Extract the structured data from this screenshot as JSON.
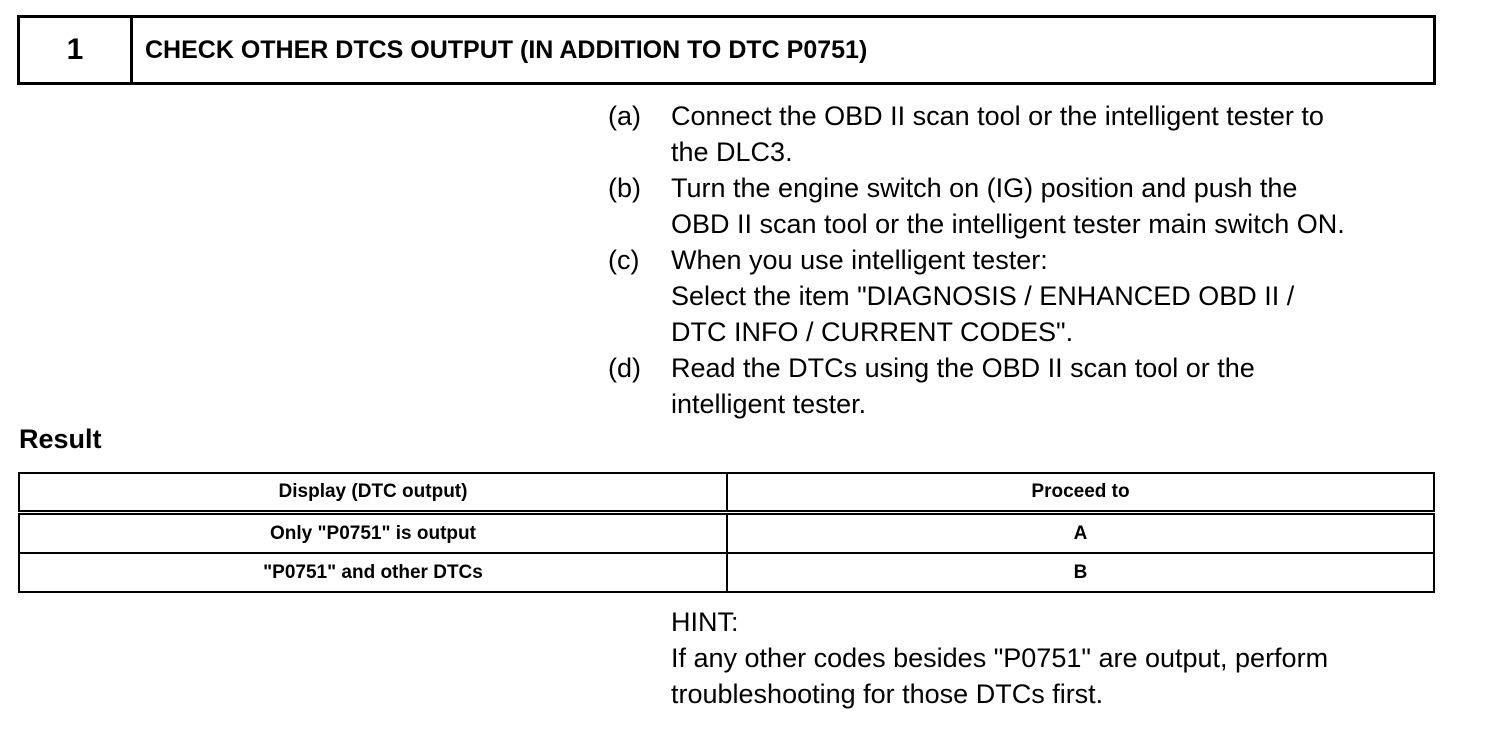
{
  "step": {
    "number": "1",
    "title": "CHECK OTHER DTCS OUTPUT (IN ADDITION TO DTC P0751)"
  },
  "instructions": [
    {
      "letter": "(a)",
      "lines": [
        "Connect the OBD II scan tool or the intelligent tester to",
        "the DLC3."
      ]
    },
    {
      "letter": "(b)",
      "lines": [
        "Turn the engine switch on (IG) position and push the",
        "OBD II scan tool or the intelligent tester main switch ON."
      ]
    },
    {
      "letter": "(c)",
      "lines": [
        "When you use intelligent tester:",
        "Select the item \"DIAGNOSIS / ENHANCED OBD II /",
        "DTC INFO / CURRENT CODES\"."
      ]
    },
    {
      "letter": "(d)",
      "lines": [
        "Read the DTCs using the OBD II scan tool or the",
        "intelligent tester."
      ]
    }
  ],
  "result": {
    "heading": "Result",
    "columns": [
      "Display (DTC output)",
      "Proceed to"
    ],
    "rows": [
      [
        "Only \"P0751\" is output",
        "A"
      ],
      [
        "\"P0751\" and other DTCs",
        "B"
      ]
    ]
  },
  "hint": {
    "label": "HINT:",
    "lines": [
      "If any other codes besides \"P0751\" are output, perform",
      "troubleshooting for those DTCs first."
    ]
  }
}
